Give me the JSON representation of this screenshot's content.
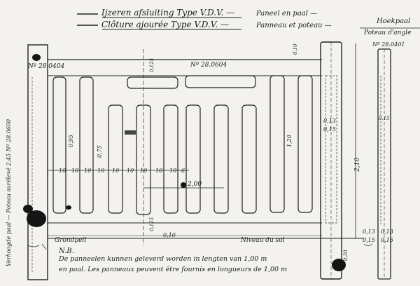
{
  "title": {
    "line1_nl": "Ijzeren afsluiting Type V.D.V. —",
    "line1_nl_suffix": "Paneel en paal —",
    "line2_fr": "Clôture ajourée Type V.D.V. —",
    "line2_fr_suffix": "Panneau et poteau —",
    "right_nl": "Hoekpaal",
    "right_fr": "Poteau d'angle"
  },
  "references": {
    "left_post": "Nº 28.0404",
    "panel": "Nº 28.0604",
    "corner_post": "Nº 28.0401",
    "side_note": "Verhoogde paal — Poteau surélevé 2,45 Nº 28.0600"
  },
  "dimensions": {
    "spacings": [
      "10",
      "10",
      "10",
      "10",
      "10",
      "10",
      "10",
      "10",
      "10",
      "6"
    ],
    "height_095": "0,95",
    "height_075": "0,75",
    "height_120": "1,20",
    "height_210": "2,10",
    "top_010": "0,10",
    "top_0125": "0,125",
    "bottom_0125": "0,125",
    "panel_width": "2,00",
    "post_013": "0,13",
    "post_015": "0,15",
    "bottom_010": "0,10",
    "corner_015": "0,15",
    "bottom_013": "0,13",
    "bottom_015": "0,15",
    "corner_013": "0,13",
    "corner_015b": "0,15",
    "ground_030": "0,30"
  },
  "ground": {
    "left_label": "Grondpeil",
    "right_label": "Niveau du sol"
  },
  "notes": {
    "label": "N.B.",
    "line1": "De panneelen kunnen geleverd worden in lengten van 1,00 m",
    "line2": "en paal. Les panneaux peuvent être fournis en longueurs de 1,00 m"
  }
}
